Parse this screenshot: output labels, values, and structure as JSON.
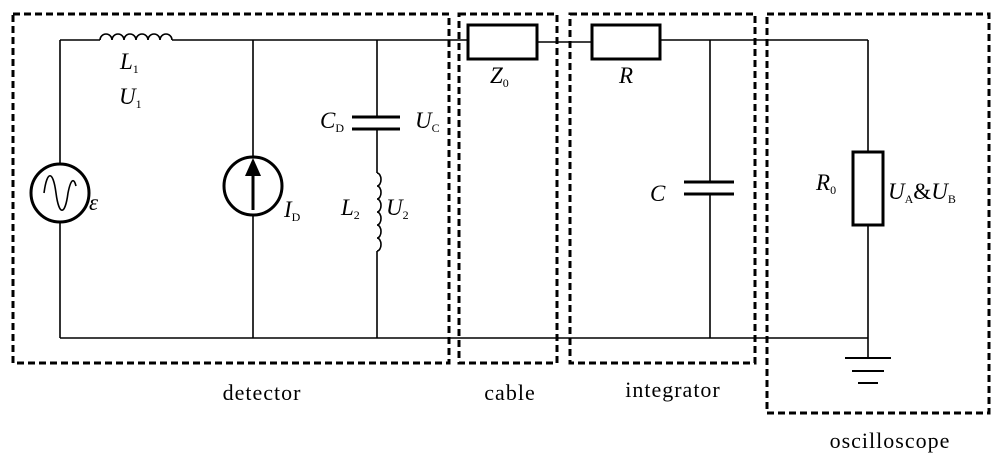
{
  "blocks": {
    "detector": "detector",
    "cable": "cable",
    "integrator": "integrator",
    "oscilloscope": "oscilloscope"
  },
  "components": {
    "L1": {
      "sym": "L",
      "sub": "1"
    },
    "U1": {
      "sym": "U",
      "sub": "1"
    },
    "epsilon": {
      "sym": "ε"
    },
    "ID": {
      "sym": "I",
      "sub": "D"
    },
    "CD": {
      "sym": "C",
      "sub": "D"
    },
    "UC": {
      "sym": "U",
      "sub": "C"
    },
    "L2": {
      "sym": "L",
      "sub": "2"
    },
    "U2": {
      "sym": "U",
      "sub": "2"
    },
    "Z0": {
      "sym": "Z",
      "sub": "0"
    },
    "R": {
      "sym": "R"
    },
    "C": {
      "sym": "C"
    },
    "R0": {
      "sym": "R",
      "sub": "0"
    },
    "UAB": {
      "sym1": "U",
      "sub1": "A",
      "amp": "&",
      "sym2": "U",
      "sub2": "B"
    }
  }
}
